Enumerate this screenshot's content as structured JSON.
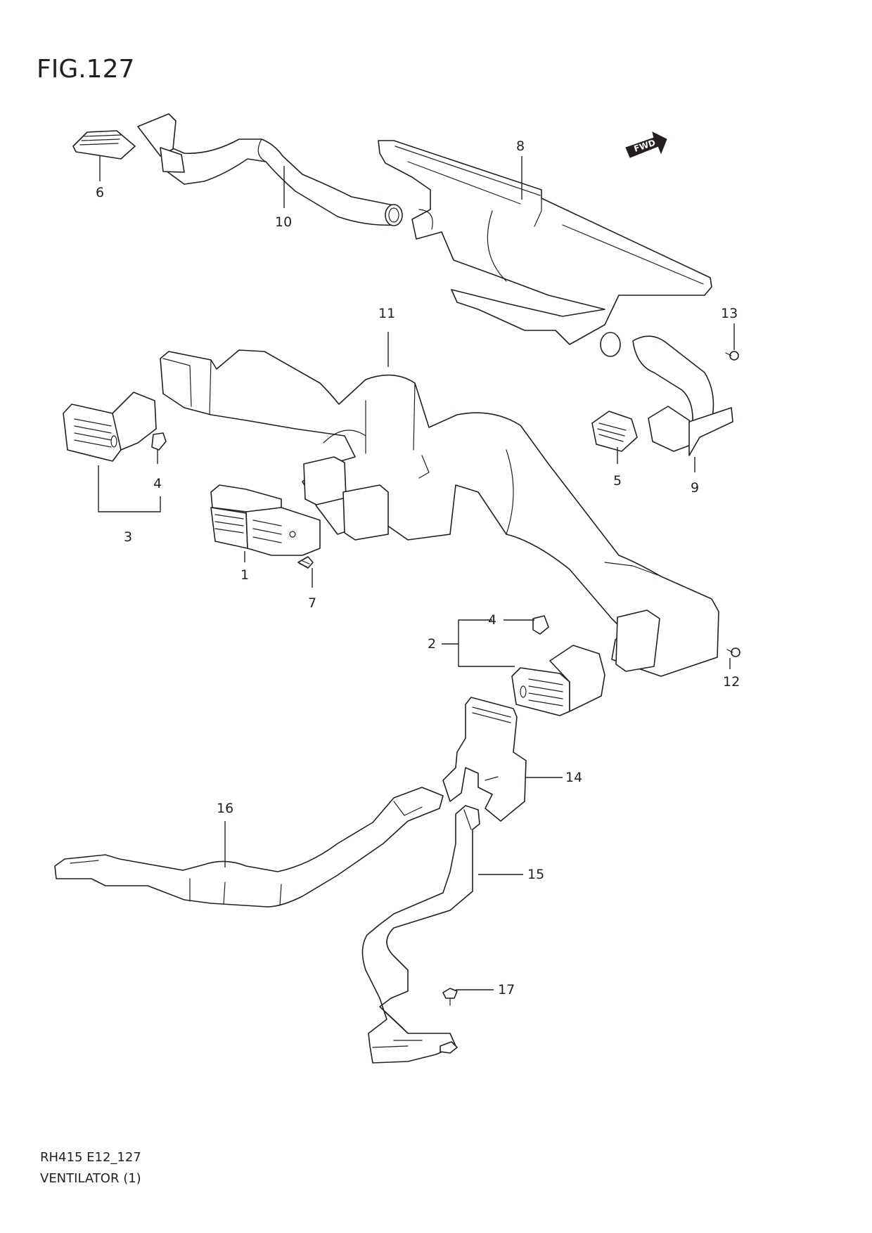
{
  "header": {
    "figure_title": "FIG.127"
  },
  "footer": {
    "model_code": "RH415 E12_127",
    "section_name": "VENTILATOR (1)"
  },
  "badge": {
    "fwd_label": "FWD"
  },
  "callouts": {
    "c1": "1",
    "c2": "2",
    "c3": "3",
    "c4a": "4",
    "c4b": "4",
    "c5": "5",
    "c6": "6",
    "c7": "7",
    "c8": "8",
    "c9": "9",
    "c10": "10",
    "c11": "11",
    "c12": "12",
    "c13": "13",
    "c14": "14",
    "c15": "15",
    "c16": "16",
    "c17": "17"
  },
  "colors": {
    "line": "#231f20",
    "background": "#ffffff"
  }
}
